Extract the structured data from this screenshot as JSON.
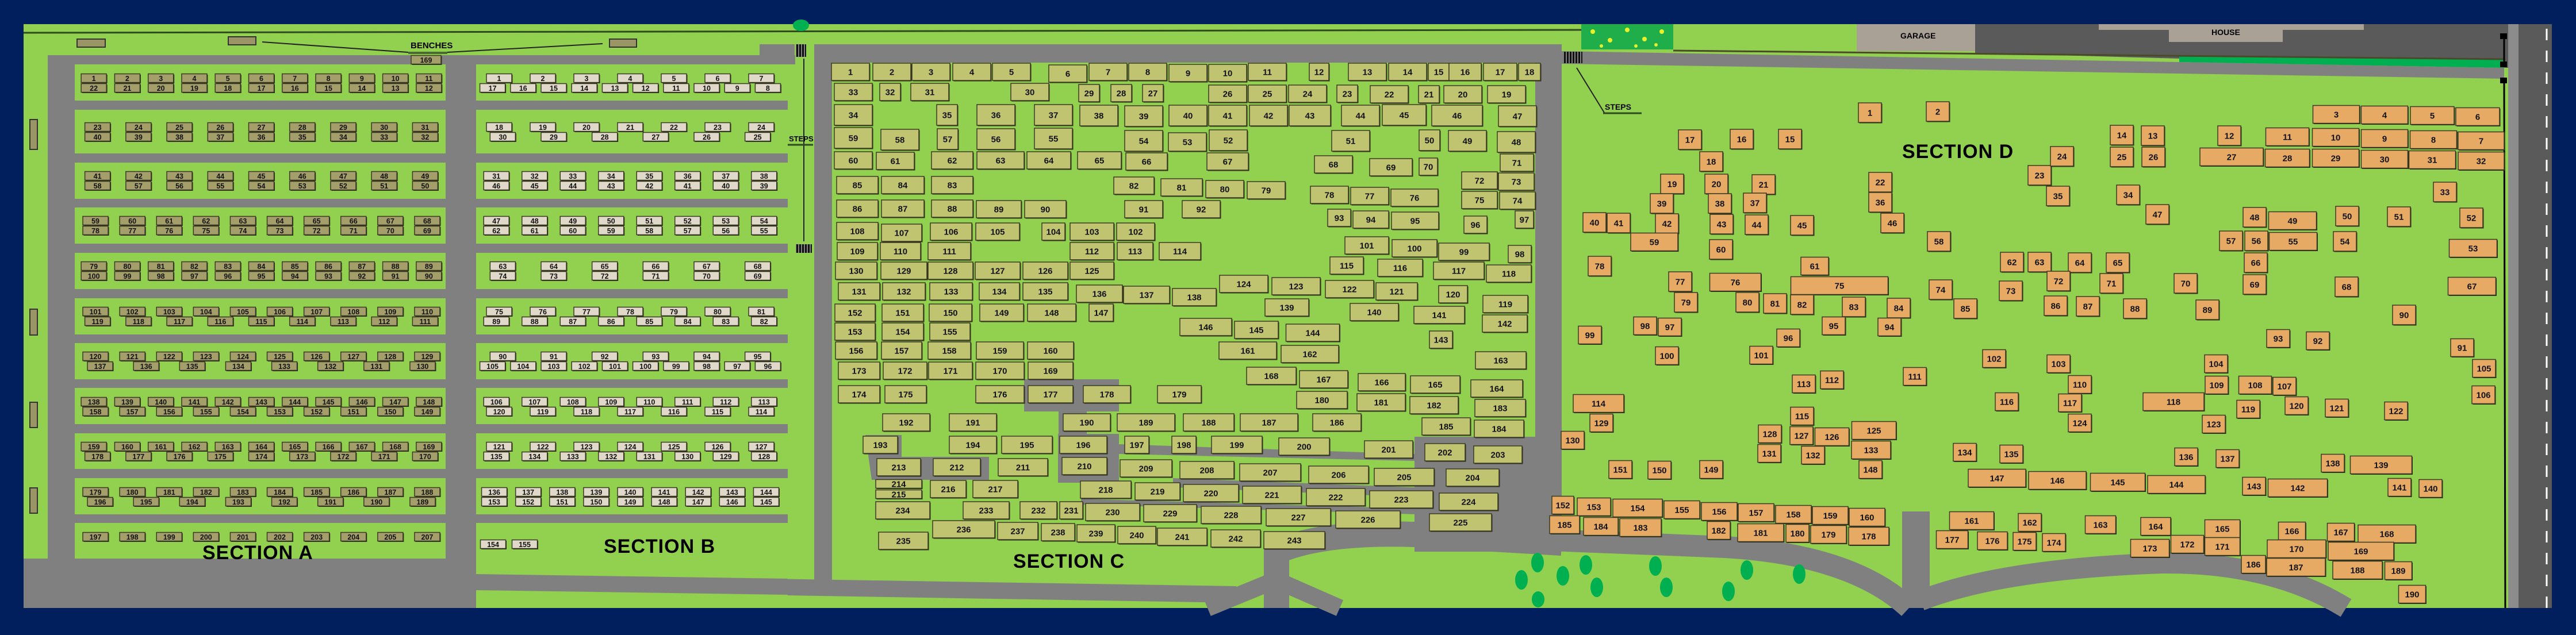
{
  "labels": {
    "benches": "BENCHES",
    "steps_left": "STEPS",
    "steps_right": "STEPS",
    "garage": "GARAGE",
    "house": "HOUSE",
    "section_a": "SECTION A",
    "section_b": "SECTION B",
    "section_c": "SECTION C",
    "section_d": "SECTION D"
  },
  "colors": {
    "border": "#001f5c",
    "grass": "#92d050",
    "road": "#808080",
    "section_a_plot": "#a49e6b",
    "section_b_plot": "#e0d9ca",
    "section_c_plot": "#c0c370",
    "section_d_plot": "#e6aa65"
  },
  "sections": {
    "a": {
      "extra_plot": "169",
      "blocks": [
        {
          "top": [
            "1",
            "2",
            "3",
            "4",
            "5",
            "6",
            "7",
            "8",
            "9",
            "10",
            "11"
          ],
          "bottom": [
            "22",
            "21",
            "20",
            "19",
            "18",
            "17",
            "16",
            "15",
            "14",
            "13",
            "12"
          ]
        },
        {
          "top": [
            "23",
            "24",
            "25",
            "26",
            "27",
            "28",
            "29",
            "30",
            "31"
          ],
          "bottom": [
            "40",
            "39",
            "38",
            "37",
            "36",
            "35",
            "34",
            "33",
            "32"
          ]
        },
        {
          "top": [
            "41",
            "42",
            "43",
            "44",
            "45",
            "46",
            "47",
            "48",
            "49"
          ],
          "bottom": [
            "58",
            "57",
            "56",
            "55",
            "54",
            "53",
            "52",
            "51",
            "50"
          ]
        },
        {
          "top": [
            "59",
            "60",
            "61",
            "62",
            "63",
            "64",
            "65",
            "66",
            "67",
            "68"
          ],
          "bottom": [
            "78",
            "77",
            "76",
            "75",
            "74",
            "73",
            "72",
            "71",
            "70",
            "69"
          ]
        },
        {
          "top": [
            "79",
            "80",
            "81",
            "82",
            "83",
            "84",
            "85",
            "86",
            "87",
            "88",
            "89"
          ],
          "bottom": [
            "100",
            "99",
            "98",
            "97",
            "96",
            "95",
            "94",
            "93",
            "92",
            "91",
            "90"
          ]
        },
        {
          "top": [
            "101",
            "102",
            "103",
            "104",
            "105",
            "106",
            "107",
            "108",
            "109",
            "110"
          ],
          "bottom": [
            "119",
            "118",
            "117",
            "116",
            "115",
            "114",
            "113",
            "112",
            "111"
          ]
        },
        {
          "top": [
            "120",
            "121",
            "122",
            "123",
            "124",
            "125",
            "126",
            "127",
            "128",
            "129"
          ],
          "bottom": [
            "137",
            "136",
            "135",
            "134",
            "133",
            "132",
            "131",
            "130"
          ]
        },
        {
          "top": [
            "138",
            "139",
            "140",
            "141",
            "142",
            "143",
            "144",
            "145",
            "146",
            "147",
            "148"
          ],
          "bottom": [
            "158",
            "157",
            "156",
            "155",
            "154",
            "153",
            "152",
            "151",
            "150",
            "149"
          ]
        },
        {
          "top": [
            "159",
            "160",
            "161",
            "162",
            "163",
            "164",
            "165",
            "166",
            "167",
            "168",
            "169"
          ],
          "bottom": [
            "178",
            "177",
            "176",
            "175",
            "174",
            "173",
            "172",
            "171",
            "170"
          ]
        },
        {
          "top": [
            "179",
            "180",
            "181",
            "182",
            "183",
            "184",
            "185",
            "186",
            "187",
            "188"
          ],
          "bottom": [
            "196",
            "195",
            "194",
            "193",
            "192",
            "191",
            "190",
            "189"
          ]
        },
        {
          "top": [
            "197",
            "198",
            "199",
            "200",
            "201",
            "202",
            "203",
            "204",
            "205",
            "207"
          ],
          "bottom": []
        }
      ]
    },
    "b": {
      "blocks": [
        {
          "top": [
            "1",
            "2",
            "3",
            "4",
            "5",
            "6",
            "7"
          ],
          "bottom": [
            "17",
            "16",
            "15",
            "14",
            "13",
            "12",
            "11",
            "10",
            "9",
            "8"
          ]
        },
        {
          "top": [
            "18",
            "19",
            "20",
            "21",
            "22",
            "23",
            "24"
          ],
          "bottom": [
            "30",
            "29",
            "28",
            "27",
            "26",
            "25"
          ]
        },
        {
          "top": [
            "31",
            "32",
            "33",
            "34",
            "35",
            "36",
            "37",
            "38"
          ],
          "bottom": [
            "46",
            "45",
            "44",
            "43",
            "42",
            "41",
            "40",
            "39"
          ]
        },
        {
          "top": [
            "47",
            "48",
            "49",
            "50",
            "51",
            "52",
            "53",
            "54"
          ],
          "bottom": [
            "62",
            "61",
            "60",
            "59",
            "58",
            "57",
            "56",
            "55"
          ]
        },
        {
          "top": [
            "63",
            "64",
            "65",
            "66",
            "67",
            "68"
          ],
          "bottom": [
            "74",
            "73",
            "72",
            "71",
            "70",
            "69"
          ]
        },
        {
          "top": [
            "75",
            "76",
            "77",
            "78",
            "79",
            "80",
            "81"
          ],
          "bottom": [
            "89",
            "88",
            "87",
            "86",
            "85",
            "84",
            "83",
            "82"
          ]
        },
        {
          "top": [
            "90",
            "91",
            "92",
            "93",
            "94",
            "95"
          ],
          "bottom": [
            "105",
            "104",
            "103",
            "102",
            "101",
            "100",
            "99",
            "98",
            "97",
            "96"
          ]
        },
        {
          "top": [
            "106",
            "107",
            "108",
            "109",
            "110",
            "111",
            "112",
            "113"
          ],
          "bottom": [
            "120",
            "119",
            "118",
            "117",
            "116",
            "115",
            "114"
          ]
        },
        {
          "top": [
            "121",
            "122",
            "123",
            "124",
            "125",
            "126",
            "127"
          ],
          "bottom": [
            "135",
            "134",
            "133",
            "132",
            "131",
            "130",
            "129",
            "128"
          ]
        },
        {
          "top": [
            "136",
            "137",
            "138",
            "139",
            "140",
            "141",
            "142",
            "143",
            "144"
          ],
          "bottom": [
            "153",
            "152",
            "151",
            "150",
            "149",
            "148",
            "147",
            "146",
            "145"
          ]
        },
        {
          "top": [
            "154",
            "155"
          ],
          "bottom": []
        }
      ]
    },
    "c": {
      "plot_count": 243
    },
    "d": {
      "plot_count": 190
    }
  }
}
